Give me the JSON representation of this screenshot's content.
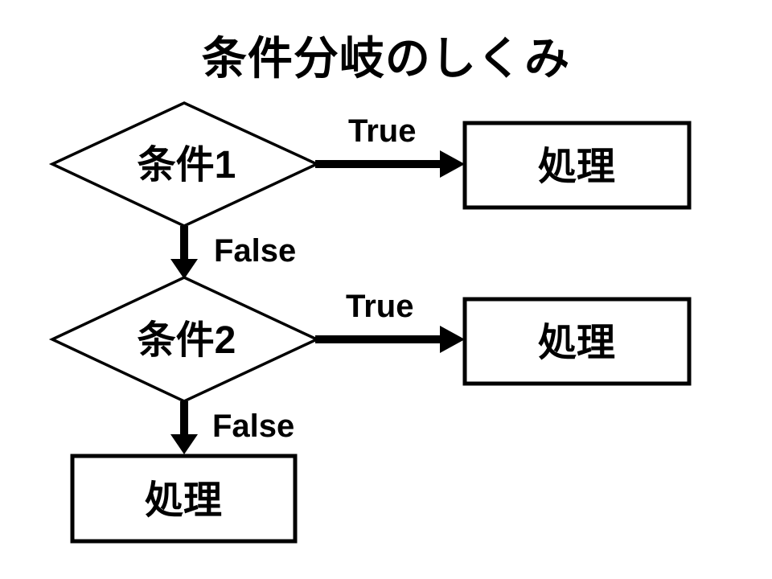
{
  "title": "条件分岐のしくみ",
  "colors": {
    "stroke": "#000000",
    "fill": "#ffffff",
    "background": "#ffffff"
  },
  "flowchart": {
    "decisions": [
      {
        "id": "condition-1",
        "label": "条件1"
      },
      {
        "id": "condition-2",
        "label": "条件2"
      }
    ],
    "processes": [
      {
        "id": "process-true-1",
        "label": "処理"
      },
      {
        "id": "process-true-2",
        "label": "処理"
      },
      {
        "id": "process-false-final",
        "label": "処理"
      }
    ],
    "branches": [
      {
        "from": "condition-1",
        "label": "True"
      },
      {
        "from": "condition-1",
        "label": "False"
      },
      {
        "from": "condition-2",
        "label": "True"
      },
      {
        "from": "condition-2",
        "label": "False"
      }
    ]
  }
}
